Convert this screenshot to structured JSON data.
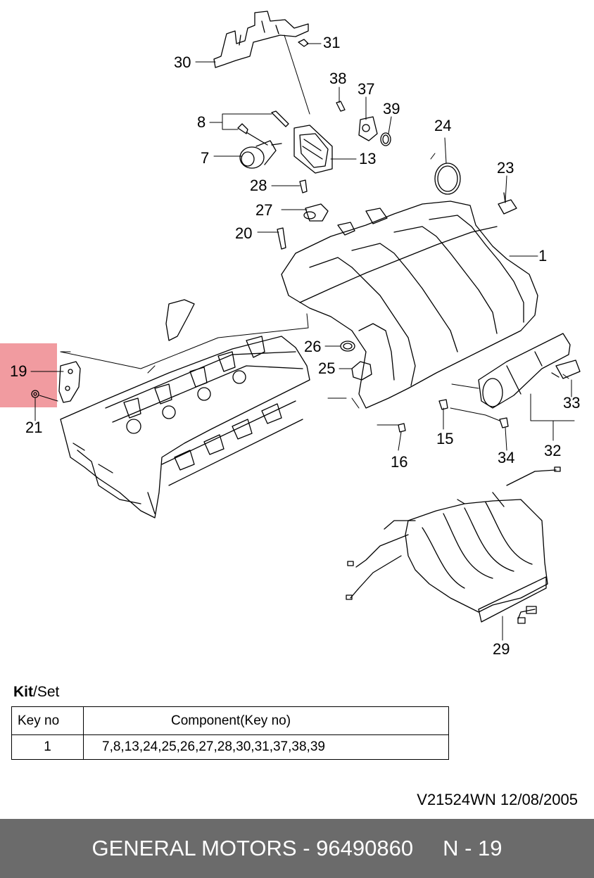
{
  "diagram": {
    "callouts": [
      {
        "id": "30",
        "label": "30"
      },
      {
        "id": "31",
        "label": "31"
      },
      {
        "id": "38",
        "label": "38"
      },
      {
        "id": "37",
        "label": "37"
      },
      {
        "id": "39",
        "label": "39"
      },
      {
        "id": "8",
        "label": "8"
      },
      {
        "id": "24",
        "label": "24"
      },
      {
        "id": "7",
        "label": "7"
      },
      {
        "id": "13",
        "label": "13"
      },
      {
        "id": "23",
        "label": "23"
      },
      {
        "id": "28",
        "label": "28"
      },
      {
        "id": "27",
        "label": "27"
      },
      {
        "id": "20",
        "label": "20"
      },
      {
        "id": "1",
        "label": "1"
      },
      {
        "id": "26",
        "label": "26"
      },
      {
        "id": "19",
        "label": "19"
      },
      {
        "id": "25",
        "label": "25"
      },
      {
        "id": "21",
        "label": "21"
      },
      {
        "id": "33",
        "label": "33"
      },
      {
        "id": "15",
        "label": "15"
      },
      {
        "id": "32",
        "label": "32"
      },
      {
        "id": "34",
        "label": "34"
      },
      {
        "id": "16",
        "label": "16"
      },
      {
        "id": "29",
        "label": "29"
      }
    ],
    "highlighted_callout": "19",
    "highlight_color": "#ef8a8f"
  },
  "kit": {
    "title_bold": "Kit",
    "title_rest": "/Set",
    "headers": [
      "Key no",
      "Component(Key no)"
    ],
    "rows": [
      {
        "key": "1",
        "components": "7,8,13,24,25,26,27,28,30,31,37,38,39"
      }
    ]
  },
  "reference": "V21524WN  12/08/2005",
  "footer": {
    "text": "GENERAL MOTORS - 96490860",
    "page": "N - 19",
    "background": "#6b6b6b"
  }
}
